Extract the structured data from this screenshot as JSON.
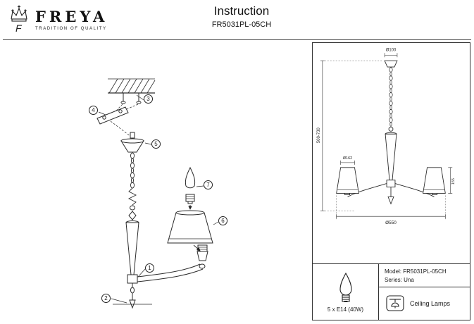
{
  "header": {
    "brand": "FREYA",
    "tagline": "TRADITION OF QUALITY",
    "monogram": "F",
    "title": "Instruction",
    "model": "FR5031PL-05CH"
  },
  "assembly": {
    "callouts": {
      "arm": "1",
      "pole": "2",
      "ceiling": "3",
      "bracket": "4",
      "canopy": "5",
      "shade": "6",
      "bulb": "7"
    }
  },
  "spec_panel": {
    "dimensions": {
      "canopy_diameter": "Ø100",
      "height_range": "500-730",
      "shade_diameter": "Ø162",
      "shade_height": "155",
      "total_diameter": "Ø550"
    },
    "bulb_spec": "5 x E14 (40W)",
    "model_label": "Model: FR5031PL-05CH",
    "series_label": "Series: Una",
    "category_label": "Ceiling Lamps"
  }
}
